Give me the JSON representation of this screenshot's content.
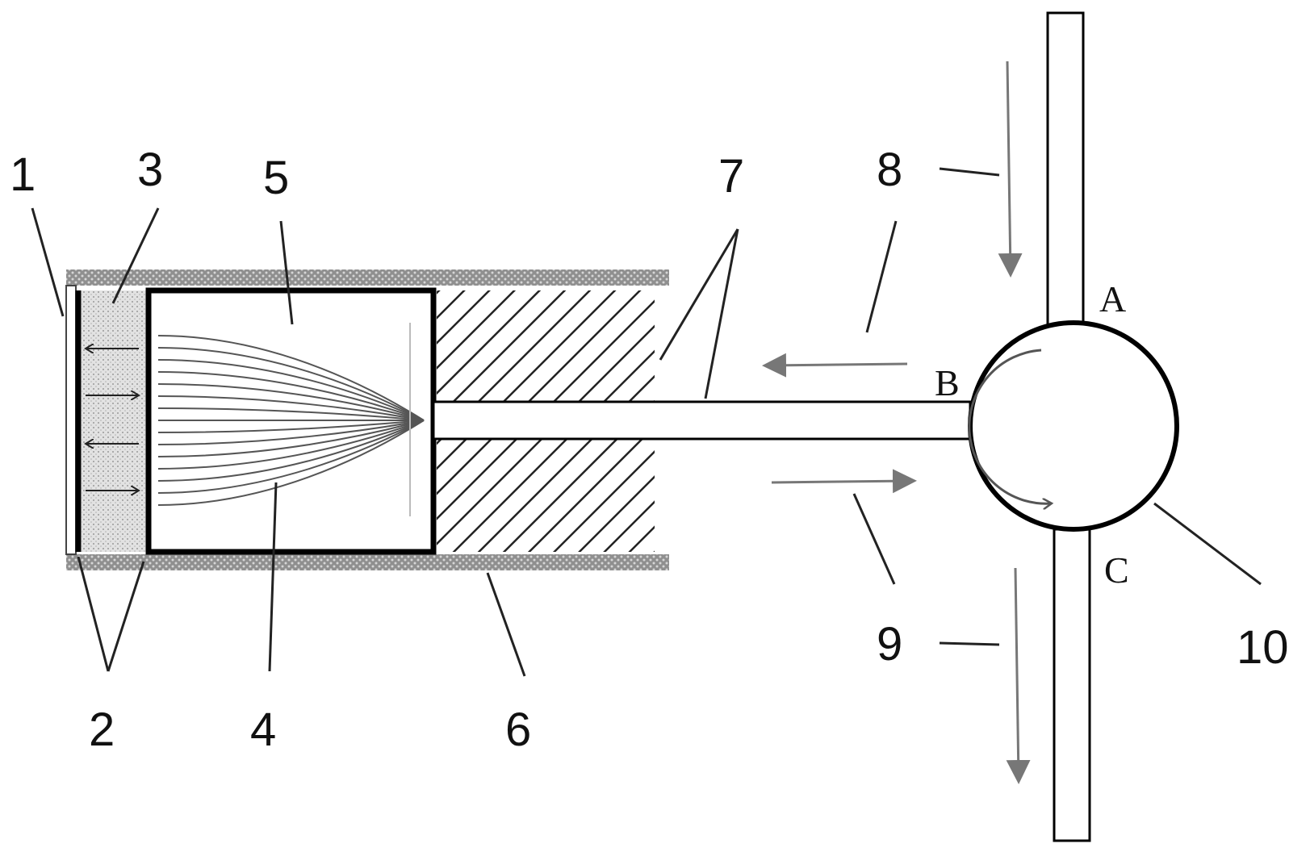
{
  "labels": {
    "n1": "1",
    "n2": "2",
    "n3": "3",
    "n4": "4",
    "n5": "5",
    "n6": "6",
    "n7": "7",
    "n8": "8",
    "n9": "9",
    "n10": "10"
  },
  "ports": {
    "a": "A",
    "b": "B",
    "c": "C"
  },
  "colors": {
    "ink": "#111111",
    "flow_arrow": "#777777",
    "layer_fill": "#d9d9d9",
    "hatch": "#222222"
  }
}
